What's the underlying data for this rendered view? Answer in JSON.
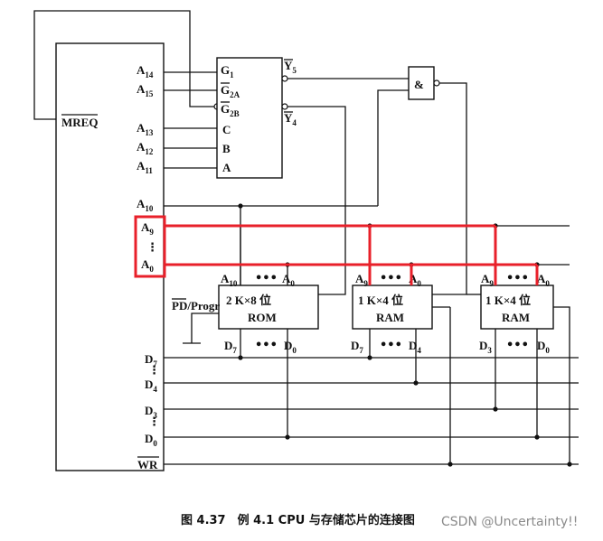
{
  "cpu": {
    "mreq": "MREQ",
    "wr": "WR",
    "addr": {
      "a14": {
        "b": "A",
        "s": "14"
      },
      "a15": {
        "b": "A",
        "s": "15"
      },
      "a13": {
        "b": "A",
        "s": "13"
      },
      "a12": {
        "b": "A",
        "s": "12"
      },
      "a11": {
        "b": "A",
        "s": "11"
      },
      "a10": {
        "b": "A",
        "s": "10"
      },
      "a9": {
        "b": "A",
        "s": "9"
      },
      "a0": {
        "b": "A",
        "s": "0"
      }
    },
    "data": {
      "d7": {
        "b": "D",
        "s": "7"
      },
      "d4": {
        "b": "D",
        "s": "4"
      },
      "d3": {
        "b": "D",
        "s": "3"
      },
      "d0": {
        "b": "D",
        "s": "0"
      }
    }
  },
  "decoder": {
    "g1": {
      "b": "G",
      "s": "1"
    },
    "g2a": {
      "b": "G",
      "s": "2A"
    },
    "g2b": {
      "b": "G",
      "s": "2B"
    },
    "c": "C",
    "b": "B",
    "a": "A",
    "y5": {
      "b": "Y",
      "s": "5"
    },
    "y4": {
      "b": "Y",
      "s": "4"
    }
  },
  "and_gate": {
    "symbol": "&"
  },
  "pd_label": "PD/Progr",
  "rom": {
    "line1": "2 K×8 位",
    "line2": "ROM",
    "addr_hi": {
      "b": "A",
      "s": "10"
    },
    "addr_lo": {
      "b": "A",
      "s": "0"
    },
    "data_hi": {
      "b": "D",
      "s": "7"
    },
    "data_lo": {
      "b": "D",
      "s": "0"
    }
  },
  "ram1": {
    "line1": "1 K×4 位",
    "line2": "RAM",
    "addr_hi": {
      "b": "A",
      "s": "9"
    },
    "addr_lo": {
      "b": "A",
      "s": "0"
    },
    "data_hi": {
      "b": "D",
      "s": "7"
    },
    "data_lo": {
      "b": "D",
      "s": "4"
    }
  },
  "ram2": {
    "line1": "1 K×4 位",
    "line2": "RAM",
    "addr_hi": {
      "b": "A",
      "s": "9"
    },
    "addr_lo": {
      "b": "A",
      "s": "0"
    },
    "data_hi": {
      "b": "D",
      "s": "3"
    },
    "data_lo": {
      "b": "D",
      "s": "0"
    }
  },
  "ellipsis": "•••",
  "vdots": "⋮",
  "caption": "图 4.37　例 4.1 CPU 与存储芯片的连接图",
  "watermark": "CSDN @Uncertainty!!",
  "highlight_color": "#e8202a"
}
